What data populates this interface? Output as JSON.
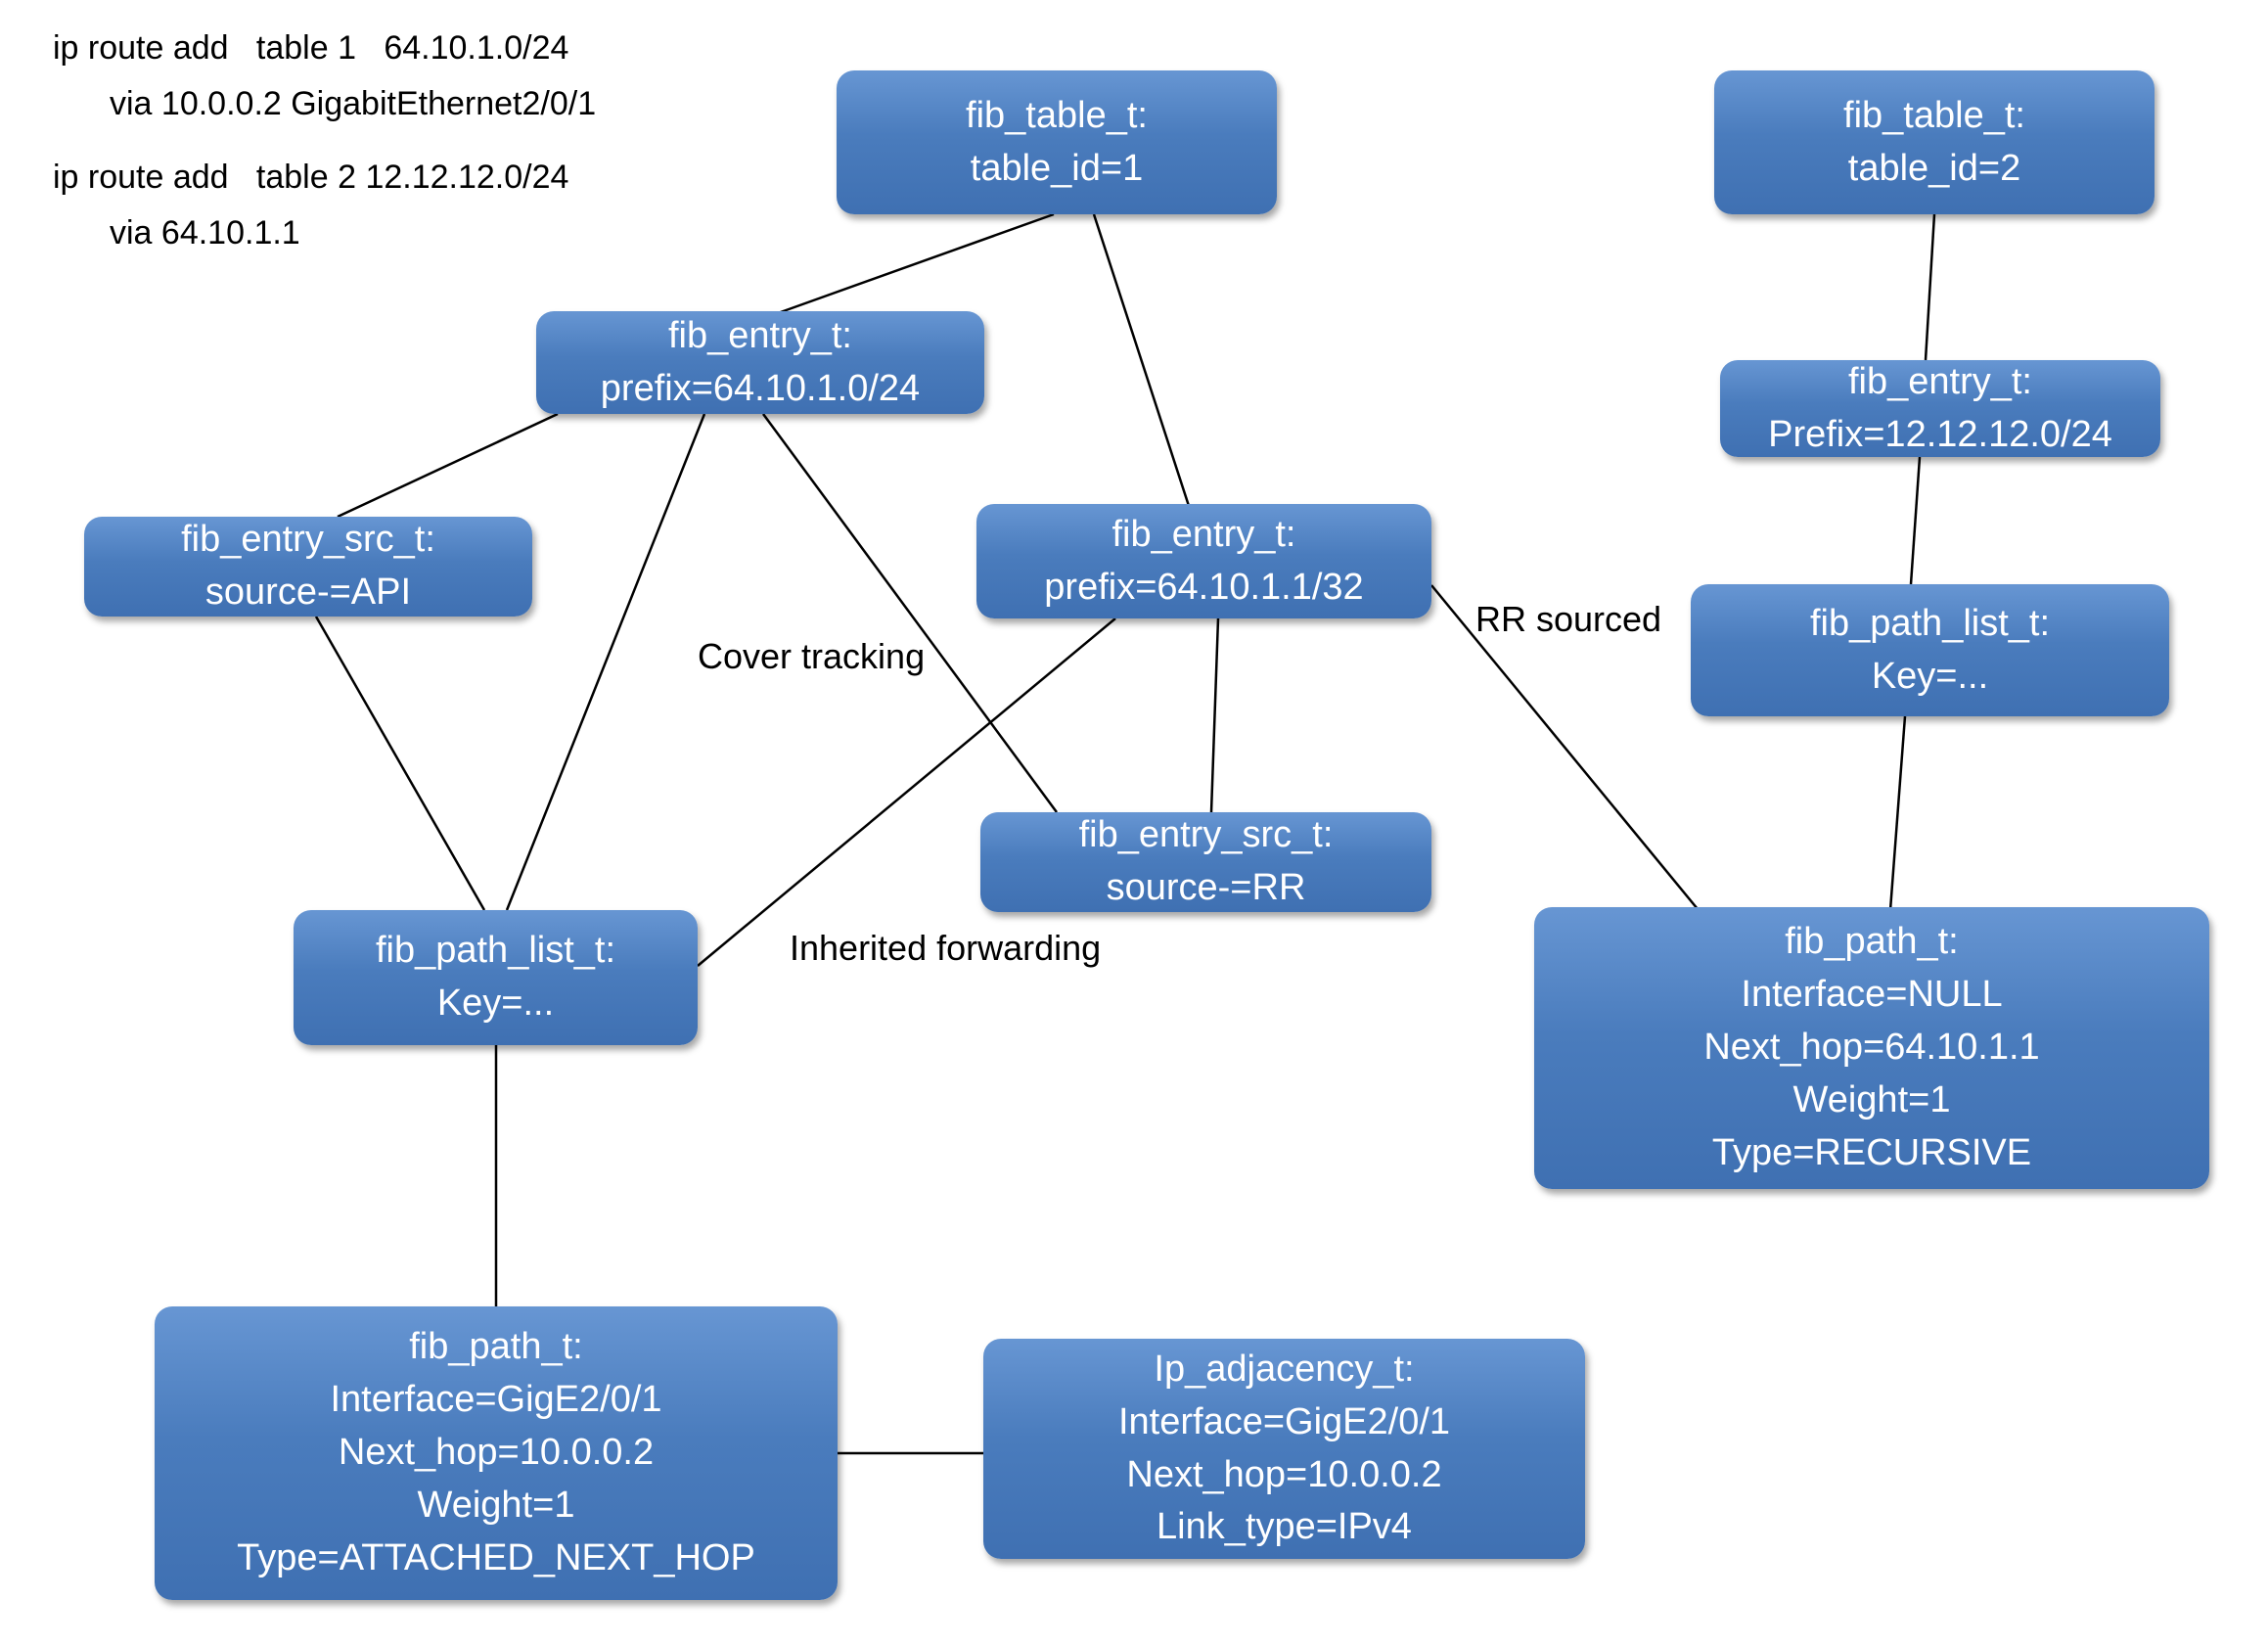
{
  "commands": {
    "route1_line1": "ip route add   table 1   64.10.1.0/24",
    "route1_line2": "via 10.0.0.2 GigabitEthernet2/0/1",
    "route2_line1": "ip route add   table 2 12.12.12.0/24",
    "route2_line2": "via 64.10.1.1"
  },
  "labels": {
    "cover_tracking": "Cover tracking",
    "rr_sourced": "RR sourced",
    "inherited_forwarding": "Inherited forwarding"
  },
  "nodes": {
    "table1": {
      "text": "fib_table_t:\ntable_id=1"
    },
    "table2": {
      "text": "fib_table_t:\ntable_id=2"
    },
    "entry_64_10_1_0": {
      "text": "fib_entry_t:\nprefix=64.10.1.0/24"
    },
    "src_api": {
      "text": "fib_entry_src_t:\nsource-=API"
    },
    "entry_64_10_1_1": {
      "text": "fib_entry_t:\nprefix=64.10.1.1/32"
    },
    "entry_12_12_12_0": {
      "text": "fib_entry_t:\nPrefix=12.12.12.0/24"
    },
    "path_list_right": {
      "text": "fib_path_list_t:\nKey=..."
    },
    "src_rr": {
      "text": "fib_entry_src_t:\nsource-=RR"
    },
    "path_list_left": {
      "text": "fib_path_list_t:\nKey=..."
    },
    "path_recursive": {
      "text": "fib_path_t:\nInterface=NULL\nNext_hop=64.10.1.1\nWeight=1\nType=RECURSIVE"
    },
    "path_attached": {
      "text": "fib_path_t:\nInterface=GigE2/0/1\nNext_hop=10.0.0.2\nWeight=1\nType=ATTACHED_NEXT_HOP"
    },
    "adjacency": {
      "text": "Ip_adjacency_t:\nInterface=GigE2/0/1\nNext_hop=10.0.0.2\nLink_type=IPv4"
    }
  },
  "colors": {
    "node_fill_top": "#6796d3",
    "node_fill_bottom": "#3f70b2",
    "node_text": "#ffffff",
    "connector": "#000000",
    "background": "#ffffff"
  }
}
